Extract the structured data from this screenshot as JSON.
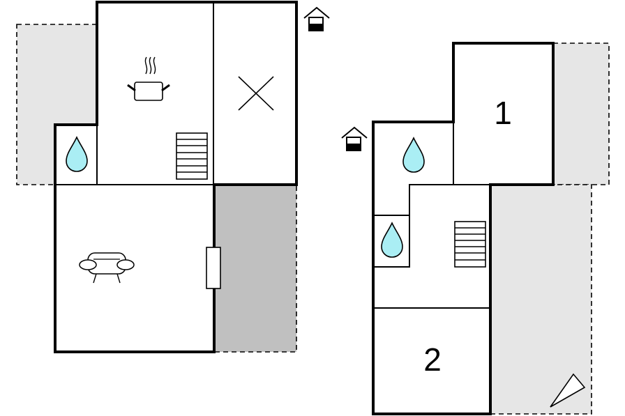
{
  "floors": [
    {
      "name": "ground-floor",
      "icons": [
        "entrance-icon",
        "kitchen-icon",
        "stairs-icon",
        "bathroom-icon",
        "living-room-icon",
        "door-icon",
        "open-room-icon"
      ]
    },
    {
      "name": "upper-floor",
      "icons": [
        "entrance-icon",
        "bathroom-icon",
        "bathroom-icon",
        "stairs-icon",
        "north-arrow-icon"
      ],
      "rooms": [
        {
          "label": "1"
        },
        {
          "label": "2"
        }
      ]
    }
  ],
  "colors": {
    "wall": "#000000",
    "terrace": "#e6e6e6",
    "covered_terrace": "#c0c0c0",
    "water": "#aaeef4"
  }
}
